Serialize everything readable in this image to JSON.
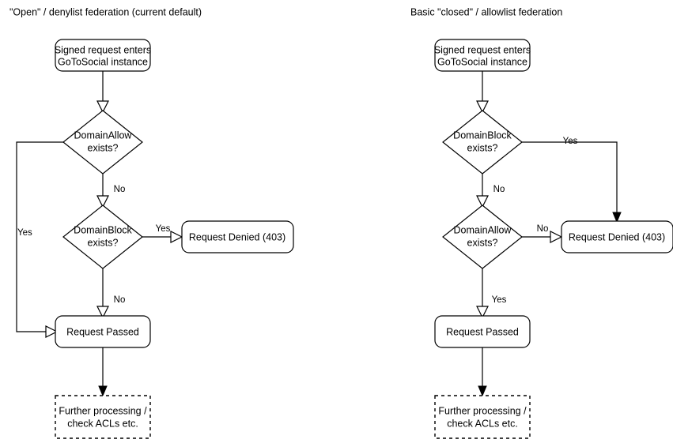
{
  "page": {
    "background": "#ffffff",
    "stroke_color": "#000000",
    "text_color": "#000000"
  },
  "diagrams": [
    {
      "id": "open-denylist",
      "title": "\"Open\" / denylist federation (current default)",
      "nodes": {
        "start": "Signed request enters\nGoToSocial instance",
        "start_line1": "Signed request enters",
        "start_line2": "GoToSocial instance",
        "decision1": "DomainAllow\nexists?",
        "decision1_line1": "DomainAllow",
        "decision1_line2": "exists?",
        "decision2": "DomainBlock\nexists?",
        "decision2_line1": "DomainBlock",
        "decision2_line2": "exists?",
        "denied": "Request Denied (403)",
        "passed": "Request Passed",
        "further_line1": "Further processing /",
        "further_line2": "check ACLs etc."
      },
      "edge_labels": {
        "allow_yes": "Yes",
        "allow_no": "No",
        "block_yes": "Yes",
        "block_no": "No"
      }
    },
    {
      "id": "closed-allowlist",
      "title": "Basic \"closed\" / allowlist federation",
      "nodes": {
        "start": "Signed request enters\nGoToSocial instance",
        "start_line1": "Signed request enters",
        "start_line2": "GoToSocial instance",
        "decision1": "DomainBlock\nexists?",
        "decision1_line1": "DomainBlock",
        "decision1_line2": "exists?",
        "decision2": "DomainAllow\nexists?",
        "decision2_line1": "DomainAllow",
        "decision2_line2": "exists?",
        "denied": "Request Denied (403)",
        "passed": "Request Passed",
        "further_line1": "Further processing /",
        "further_line2": "check ACLs etc."
      },
      "edge_labels": {
        "block_yes": "Yes",
        "block_no": "No",
        "allow_no": "No",
        "allow_yes": "Yes"
      }
    }
  ]
}
